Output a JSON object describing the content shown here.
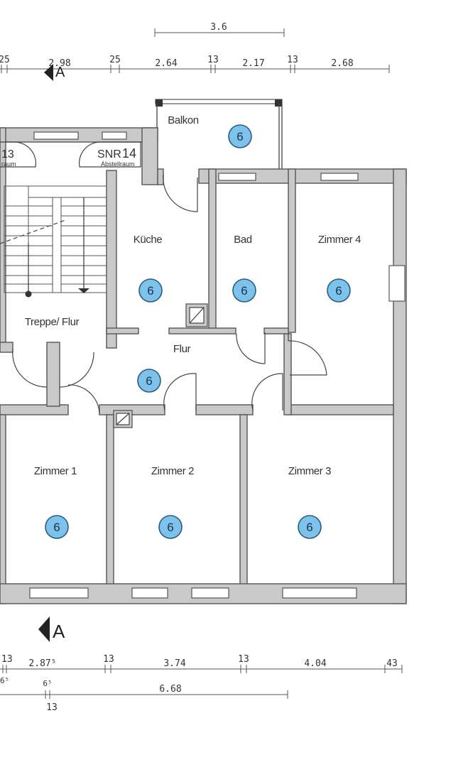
{
  "plan": {
    "dimensions_top_upper": [
      "3.6"
    ],
    "dimensions_top": [
      "25",
      "2.98",
      "25",
      "2.64",
      "13",
      "2.17",
      "13",
      "2.68"
    ],
    "dimensions_bottom": [
      "13",
      "2.87⁵",
      "13",
      "3.74",
      "13",
      "4.04",
      "43"
    ],
    "dimensions_bottom_lower": [
      "6⁵",
      "6⁵",
      "6.68",
      "13"
    ],
    "section_marker": "A",
    "rooms": [
      {
        "label": "Balkon",
        "badge": "6"
      },
      {
        "label": "Küche",
        "badge": "6"
      },
      {
        "label": "Bad",
        "badge": "6"
      },
      {
        "label": "Zimmer 4",
        "badge": "6"
      },
      {
        "label": "Flur",
        "badge": "6"
      },
      {
        "label": "Treppe/ Flur",
        "badge": ""
      },
      {
        "label": "Zimmer 1",
        "badge": "6"
      },
      {
        "label": "Zimmer 2",
        "badge": "6"
      },
      {
        "label": "Zimmer 3",
        "badge": "6"
      }
    ],
    "storage": [
      {
        "number": "13",
        "label": "raum"
      },
      {
        "prefix": "SNR",
        "number": "14",
        "label": "Abstellraum"
      }
    ]
  }
}
